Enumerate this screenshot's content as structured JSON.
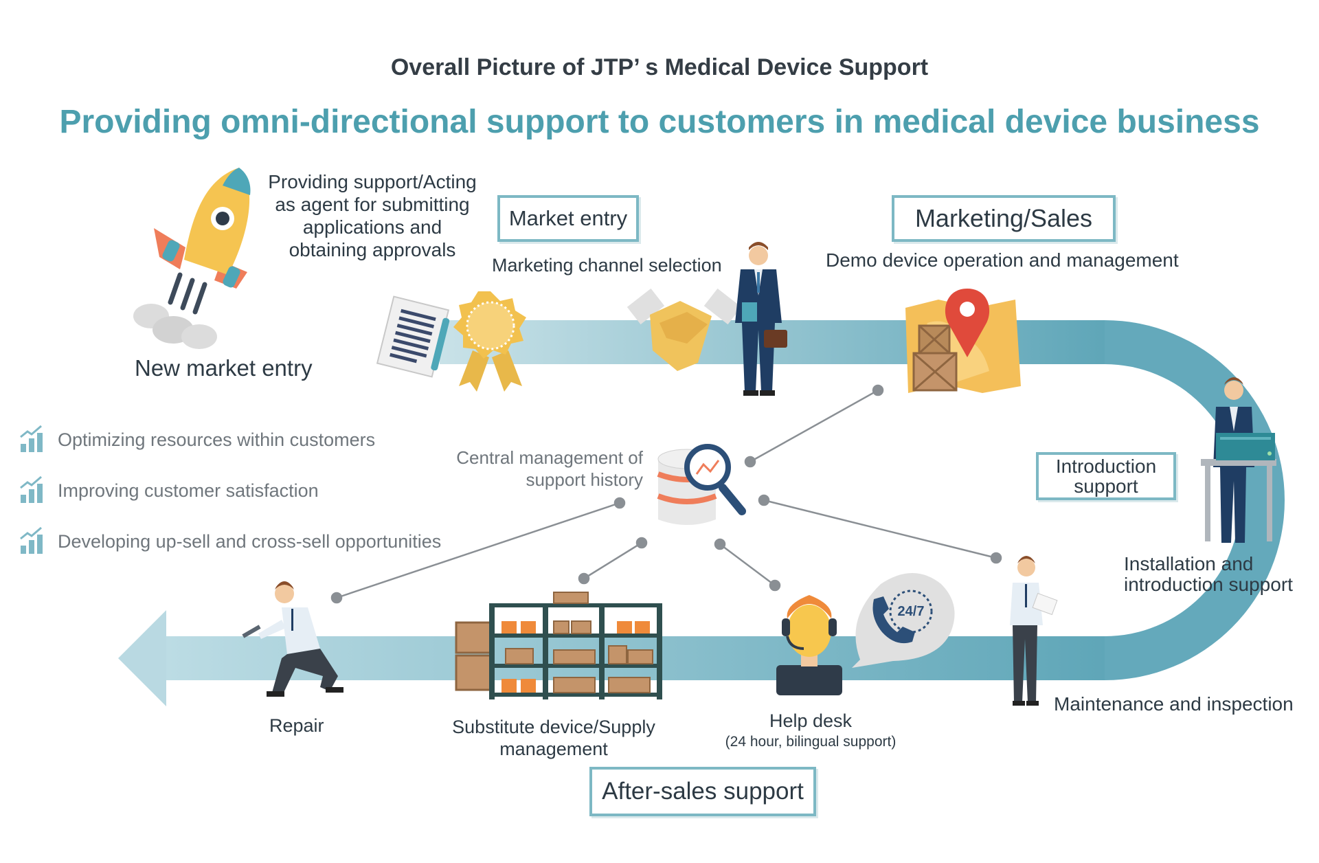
{
  "header": {
    "title": "Overall Picture of JTP’ s Medical Device Support",
    "subtitle": "Providing omni-directional support to customers in medical device business"
  },
  "stages": {
    "market_entry": "Market entry",
    "marketing_sales": "Marketing/Sales",
    "introduction_support": "Introduction support",
    "after_sales": "After-sales support"
  },
  "captions": {
    "new_market_entry": "New market entry",
    "approvals": [
      "Providing support/Acting",
      "as agent for submitting",
      "applications and",
      "obtaining approvals"
    ],
    "channel_selection": "Marketing channel selection",
    "demo_device": "Demo device operation and management",
    "central_management": [
      "Central management of",
      "support history"
    ],
    "installation": [
      "Installation and",
      "introduction support"
    ],
    "maintenance": "Maintenance and inspection",
    "help_desk": "Help desk",
    "help_desk_note": "(24 hour, bilingual support)",
    "substitute": [
      "Substitute device/Supply",
      "management"
    ],
    "repair": "Repair"
  },
  "benefits": [
    "Optimizing resources within customers",
    "Improving customer satisfaction",
    "Developing up-sell and cross-sell opportunities"
  ],
  "icons": {
    "rocket": "rocket-icon",
    "document": "document-icon",
    "award": "award-ribbon-icon",
    "handshake": "handshake-icon",
    "businessman": "businessman-icon",
    "map": "map-pin-icon",
    "database": "database-search-icon",
    "technician": "technician-icon",
    "inspector": "inspector-icon",
    "headset": "headset-operator-icon",
    "phone": "phone-24-7-icon",
    "shelves": "warehouse-shelves-icon",
    "repair": "repair-worker-icon",
    "chart": "bar-chart-icon"
  },
  "phone_label": "24/7",
  "colors": {
    "accent": "#4d9fae",
    "track": "#6fb1c1",
    "title": "#343d45",
    "text": "#2d3a44",
    "grey": "#6f767c"
  }
}
